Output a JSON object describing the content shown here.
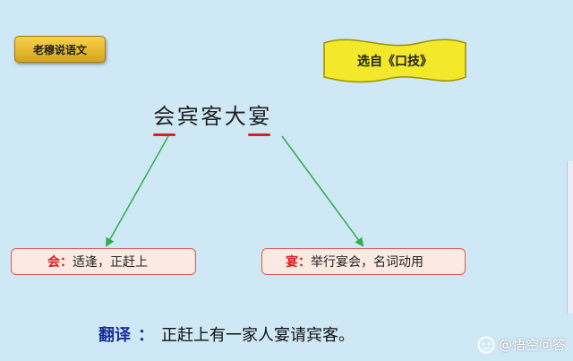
{
  "badge": {
    "label": "老穆说语文"
  },
  "source_flag": {
    "label": "选自《口技》",
    "fill": "#f3e92a",
    "stroke": "#9a9100"
  },
  "phrase": {
    "chars": [
      {
        "char": "会",
        "marked": true
      },
      {
        "char": "宾",
        "marked": false
      },
      {
        "char": "客",
        "marked": false
      },
      {
        "char": "大",
        "marked": false
      },
      {
        "char": "宴",
        "marked": true
      }
    ],
    "underline_color": "#d42424"
  },
  "definitions": [
    {
      "term": "会：",
      "meaning": "适逢，正赶上"
    },
    {
      "term": "宴：",
      "meaning": "举行宴会，名词动用"
    }
  ],
  "arrow_color": "#2fae4c",
  "translation": {
    "label": "翻译",
    "colon": "：",
    "text": "正赶上有一家人宴请宾客。"
  },
  "watermark": {
    "text": "@悟空问答",
    "icon": "wukong-logo-icon"
  }
}
